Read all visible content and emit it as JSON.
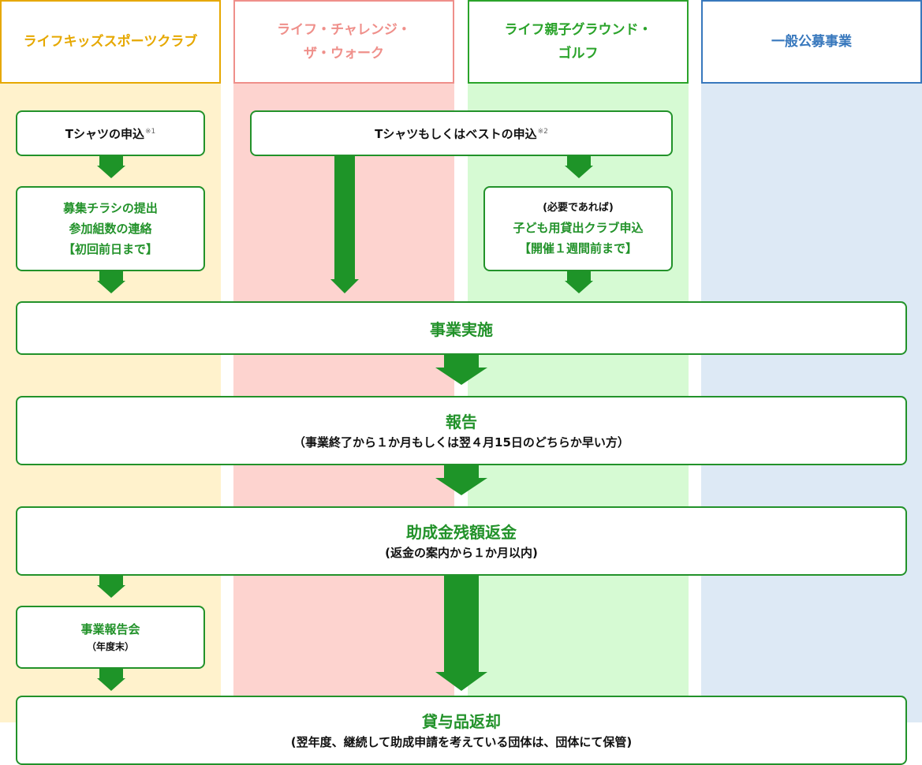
{
  "columns": {
    "kids": {
      "title": "ライフキッズスポーツクラブ",
      "color": "#e6a800"
    },
    "walk": {
      "title": "ライフ・チャレンジ・\nザ・ウォーク",
      "color": "#ef8f8a"
    },
    "golf": {
      "title": "ライフ親子グラウンド・\nゴルフ",
      "color": "#2aa32a"
    },
    "general": {
      "title": "一般公募事業",
      "color": "#3878bd"
    }
  },
  "steps": {
    "tshirt_kids": {
      "label": "Tシャツの申込",
      "note": "※1"
    },
    "tshirt_vest": {
      "label": "Tシャツもしくはベストの申込",
      "note": "※2"
    },
    "flyer": {
      "line1": "募集チラシの提出",
      "line2": "参加組数の連絡",
      "line3": "【初回前日まで】"
    },
    "club_rental": {
      "line1": "(必要であれば)",
      "line2": "子ども用貸出クラブ申込",
      "line3": "【開催１週間前まで】"
    },
    "implementation": {
      "title": "事業実施"
    },
    "report": {
      "title": "報告",
      "sub": "（事業終了から１か月もしくは翌４月15日のどちらか早い方）"
    },
    "refund": {
      "title": "助成金残額返金",
      "sub": "(返金の案内から１か月以内)"
    },
    "report_meeting": {
      "title": "事業報告会",
      "sub": "（年度末）"
    },
    "return_items": {
      "title": "貸与品返却",
      "sub": "(翌年度、継続して助成申請を考えている団体は、団体にて保管)"
    }
  }
}
